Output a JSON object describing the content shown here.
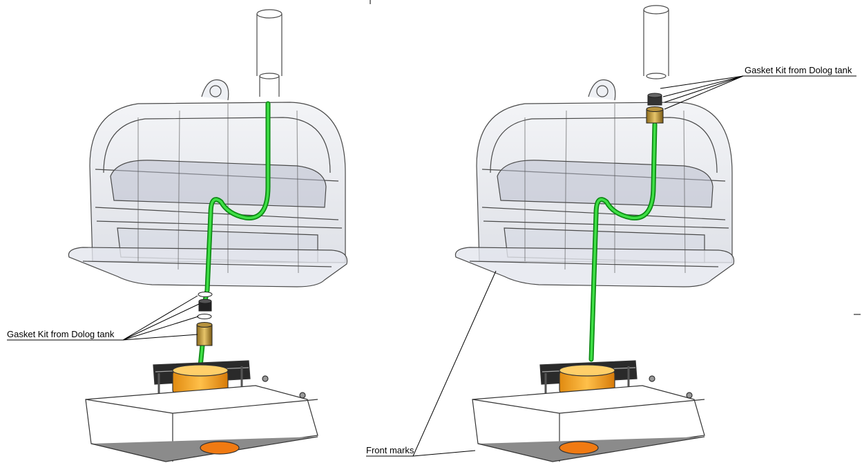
{
  "callouts": {
    "left_gasket": "Gasket Kit from Dolog tank",
    "right_gasket": "Gasket Kit from Dolog tank",
    "front_marks": "Front marks"
  },
  "colors": {
    "tube": "#22c22a",
    "tube_dark": "#0d8a14",
    "fitting_brass": "#c9a23c",
    "motor_orange": "#f2a21a",
    "housing_outline": "#4a4a4a",
    "tank_fill": "#c9cdd8",
    "base_white": "#ffffff",
    "base_grey": "#8b8b8b"
  },
  "icons": [
    "tank-icon",
    "pump-base-icon",
    "gasket-kit-icon",
    "tube-icon"
  ]
}
